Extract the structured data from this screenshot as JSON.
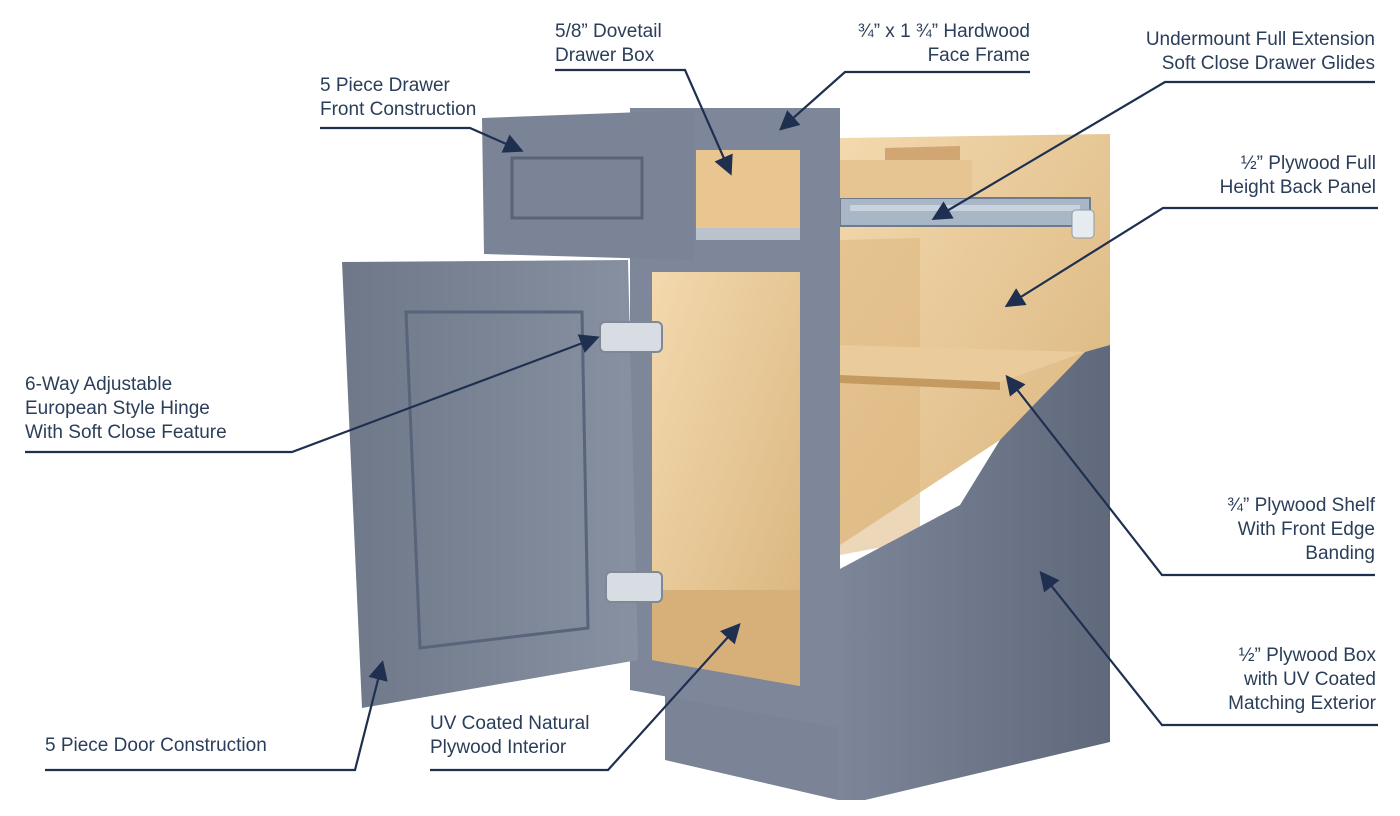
{
  "colors": {
    "label_text": "#2b3e59",
    "leader_line": "#1e2f50",
    "cabinet_gray": "#6f7a8c",
    "plywood": "#e9c99a",
    "background": "#ffffff"
  },
  "callouts": {
    "drawer_front": [
      "5 Piece Drawer",
      "Front Construction"
    ],
    "dovetail": [
      "5/8” Dovetail",
      "Drawer Box"
    ],
    "face_frame": [
      "¾” x 1 ¾” Hardwood",
      "Face Frame"
    ],
    "glides": [
      "Undermount Full Extension",
      "Soft Close Drawer Glides"
    ],
    "back_panel": [
      "½” Plywood Full",
      "Height Back Panel"
    ],
    "hinge": [
      "6-Way Adjustable",
      "European Style Hinge",
      "With Soft Close Feature"
    ],
    "shelf": [
      "¾” Plywood Shelf",
      "With Front Edge",
      "Banding"
    ],
    "plywood_box": [
      "½” Plywood Box",
      "with UV Coated",
      "Matching Exterior"
    ],
    "door": [
      "5 Piece Door Construction"
    ],
    "interior": [
      "UV Coated Natural",
      "Plywood Interior"
    ]
  }
}
